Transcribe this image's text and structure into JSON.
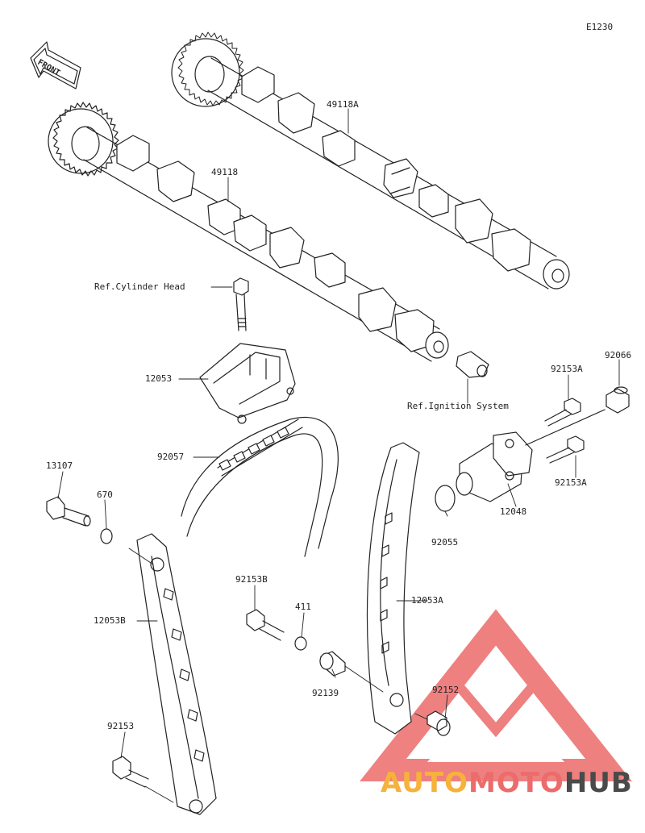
{
  "diagram_code": "E1230",
  "front_label": "FRONT",
  "labels": {
    "p49118A": "49118A",
    "p49118": "49118",
    "ref_cylinder_head": "Ref.Cylinder Head",
    "p12053": "12053",
    "ref_ignition_system": "Ref.Ignition System",
    "p92153A_top": "92153A",
    "p92066": "92066",
    "p92057": "92057",
    "p13107": "13107",
    "p670": "670",
    "p92153A_bottom": "92153A",
    "p12048": "12048",
    "p92055": "92055",
    "p92153B": "92153B",
    "p411": "411",
    "p12053A": "12053A",
    "p12053B": "12053B",
    "p92139": "92139",
    "p92152": "92152",
    "p92153": "92153"
  },
  "watermark": {
    "auto": "AUTO",
    "moto": "MOTO",
    "hub": "HUB"
  },
  "colors": {
    "line": "#222222",
    "watermark_red": "#ec6b6b",
    "watermark_orange": "#f6b23a",
    "watermark_grey": "#4a4a4a"
  }
}
